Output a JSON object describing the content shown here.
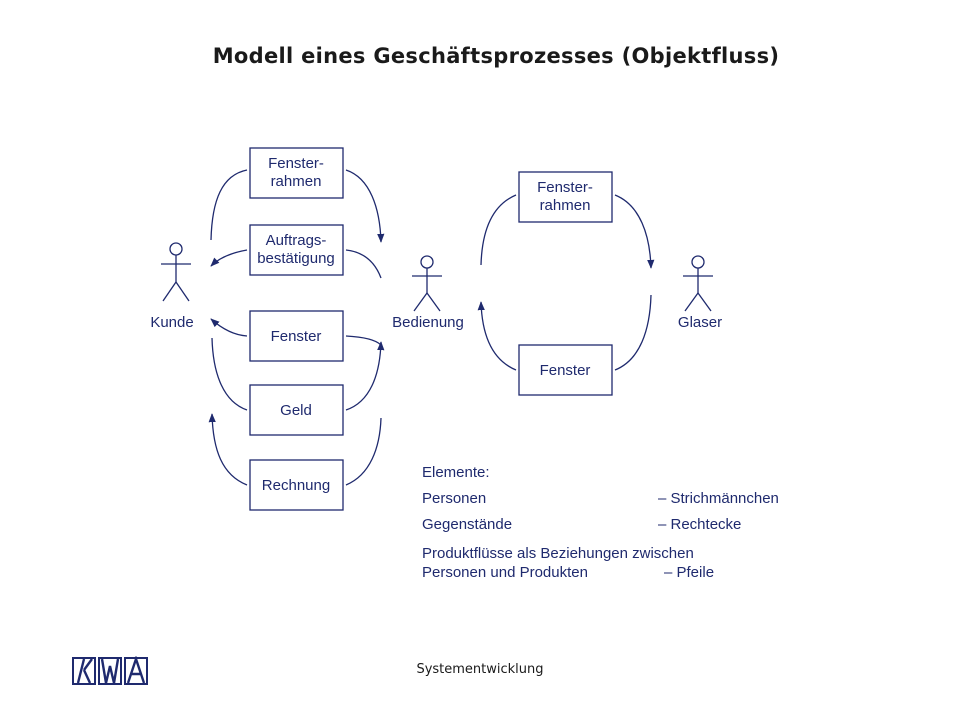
{
  "title": "Modell eines Geschäftsprozesses (Objektfluss)",
  "footer": "Systementwicklung",
  "colors": {
    "diagram": "#1f2a6e",
    "text": "#1a1a1a"
  },
  "actors": {
    "kunde": "Kunde",
    "bedienung": "Bedienung",
    "glaser": "Glaser"
  },
  "left_items": [
    {
      "line1": "Fenster-",
      "line2": "rahmen",
      "direction": "Kunde → Bedienung"
    },
    {
      "line1": "Auftrags-",
      "line2": "bestätigung",
      "direction": "Bedienung → Kunde"
    },
    {
      "line1": "Fenster",
      "line2": "",
      "direction": "Bedienung → Kunde"
    },
    {
      "line1": "Geld",
      "line2": "",
      "direction": "Kunde → Bedienung"
    },
    {
      "line1": "Rechnung",
      "line2": "",
      "direction": "Bedienung → Kunde"
    }
  ],
  "right_items": [
    {
      "line1": "Fenster-",
      "line2": "rahmen",
      "direction": "Bedienung → Glaser"
    },
    {
      "line1": "Fenster",
      "line2": "",
      "direction": "Glaser → Bedienung"
    }
  ],
  "legend": {
    "heading": "Elemente:",
    "rows": [
      {
        "term": "Personen",
        "desc": "– Strichmännchen"
      },
      {
        "term": "Gegenstände",
        "desc": "– Rechtecke"
      }
    ],
    "flow_line1": "Produktflüsse als Beziehungen zwischen",
    "flow_line2_term": "Personen und Produkten",
    "flow_line2_desc": "– Pfeile"
  },
  "logo_icon": "kwa-logo-icon"
}
